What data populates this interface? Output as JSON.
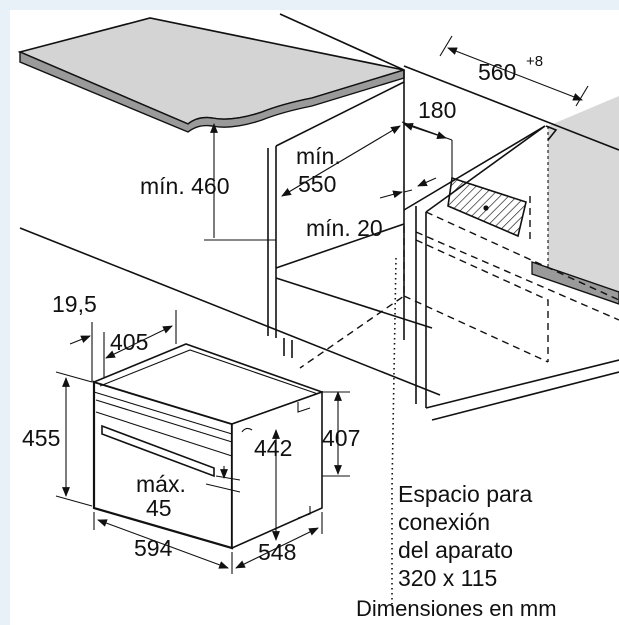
{
  "labels": {
    "depth_560": "560",
    "depth_560_tol": "+8",
    "w180": "180",
    "min550_a": "mín.",
    "min550_b": "550",
    "min460": "mín. 460",
    "min20": "mín. 20",
    "d19_5": "19,5",
    "d405": "405",
    "d455": "455",
    "d442": "442",
    "d407": "407",
    "max45_a": "máx.",
    "max45_b": "45",
    "d594": "594",
    "d548": "548"
  },
  "note": {
    "line1": "Espacio para",
    "line2": "conexión",
    "line3": "del aparato",
    "line4": "320 x 115",
    "units": "Dimensiones en mm"
  }
}
